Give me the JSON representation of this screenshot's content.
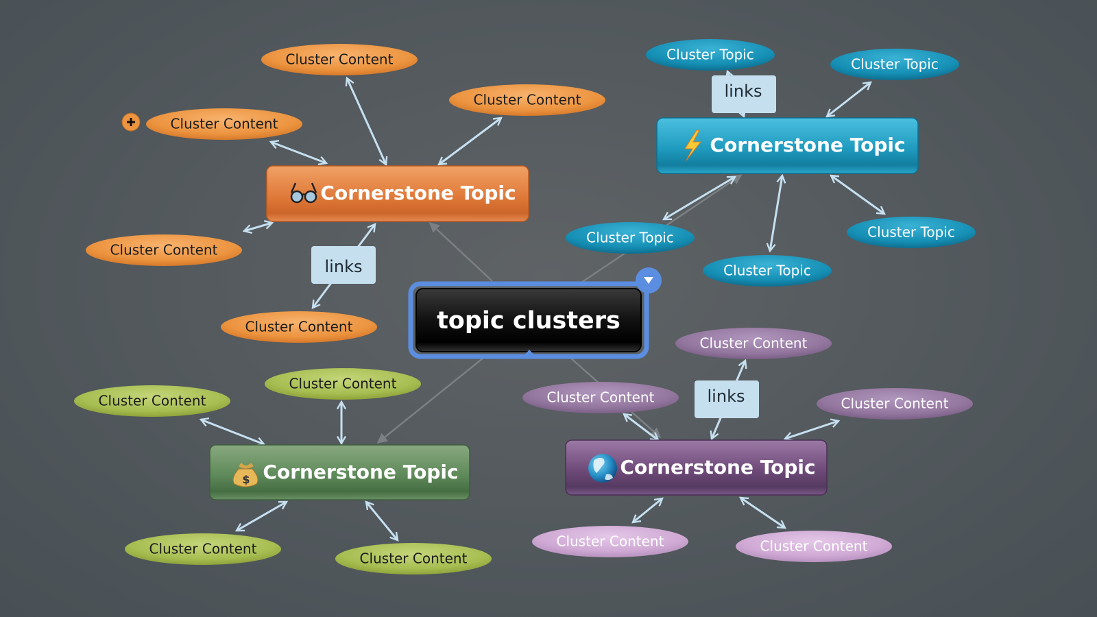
{
  "central_topic": {
    "label": "topic clusters",
    "menu_icon": "dropdown-triangle-icon"
  },
  "branches": [
    {
      "id": "orange",
      "label": "Cornerstone Topic",
      "icon": "eyeglasses-icon",
      "color": "#e07a3a",
      "children": [
        {
          "label": "Cluster Content"
        },
        {
          "label": "Cluster Content"
        },
        {
          "label": "Cluster Content",
          "expand_icon": "plus-icon"
        },
        {
          "label": "Cluster Content"
        },
        {
          "label": "Cluster Content"
        }
      ],
      "link_label": "links"
    },
    {
      "id": "blue",
      "label": "Cornerstone Topic",
      "icon": "lightning-icon",
      "color": "#1f9bbf",
      "children": [
        {
          "label": "Cluster Topic"
        },
        {
          "label": "Cluster Topic"
        },
        {
          "label": "Cluster Topic"
        },
        {
          "label": "Cluster Topic"
        },
        {
          "label": "Cluster Topic"
        }
      ],
      "link_label": "links"
    },
    {
      "id": "green",
      "label": "Cornerstone Topic",
      "icon": "money-bag-icon",
      "color": "#5f8a5a",
      "children": [
        {
          "label": "Cluster Content"
        },
        {
          "label": "Cluster Content"
        },
        {
          "label": "Cluster Content"
        },
        {
          "label": "Cluster Content"
        }
      ]
    },
    {
      "id": "purple",
      "label": "Cornerstone Topic",
      "icon": "globe-icon",
      "color": "#6e4a79",
      "children": [
        {
          "label": "Cluster Content"
        },
        {
          "label": "Cluster Content"
        },
        {
          "label": "Cluster Content"
        },
        {
          "label": "Cluster Content"
        },
        {
          "label": "Cluster Content"
        }
      ],
      "link_label": "links"
    }
  ]
}
